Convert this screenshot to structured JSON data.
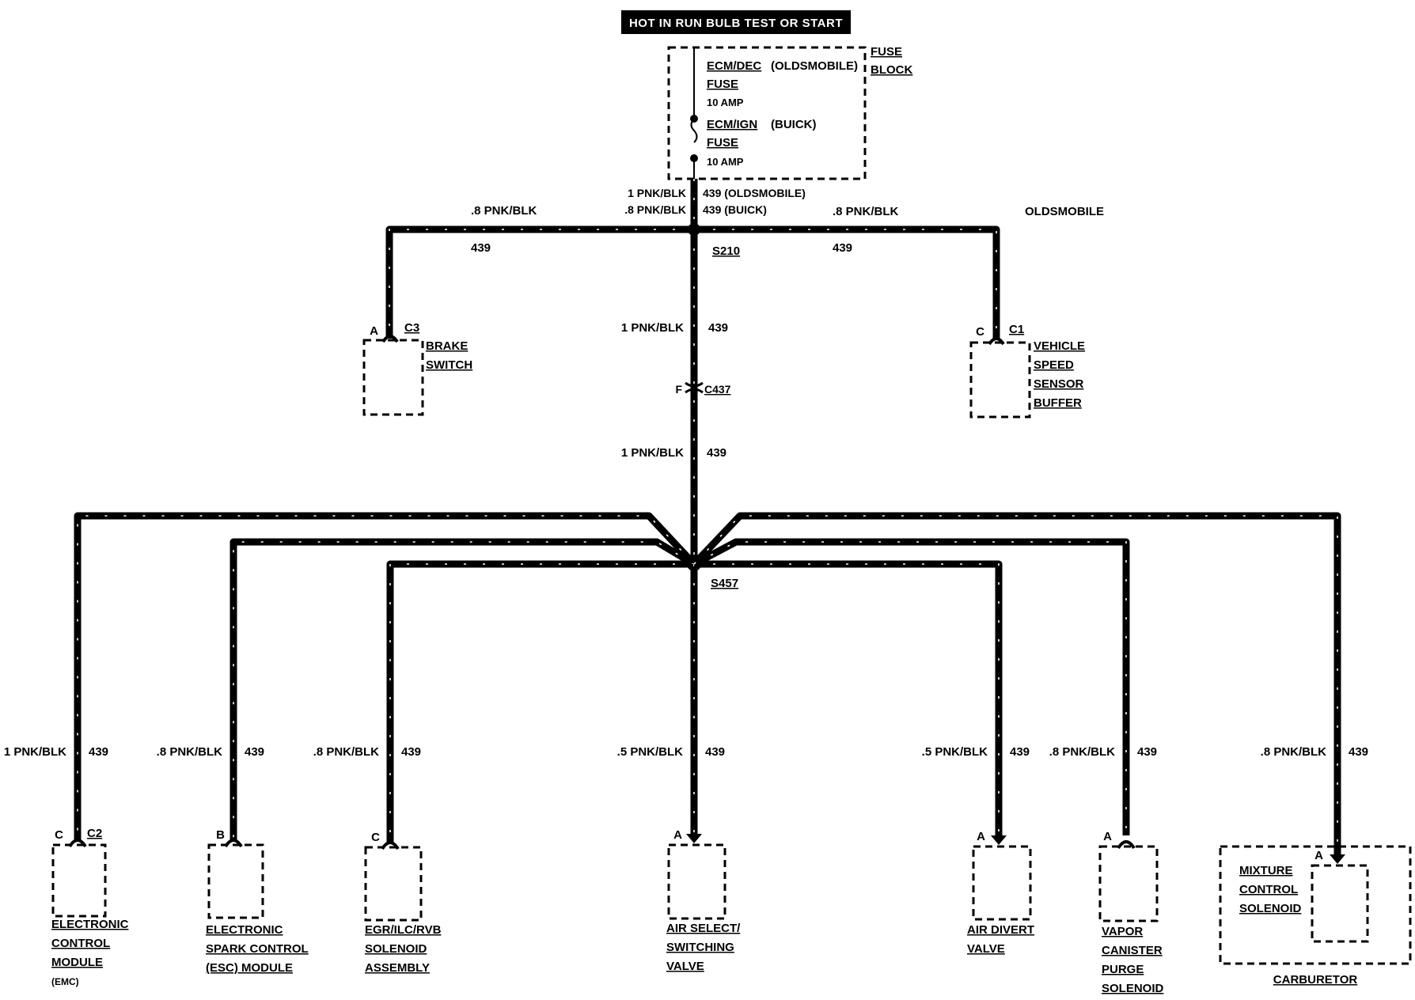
{
  "header": {
    "title": "HOT IN RUN BULB TEST OR START"
  },
  "fuse_block": {
    "label_line1": "FUSE",
    "label_line2": "BLOCK",
    "fuse1_name": "ECM/DEC",
    "fuse1_brand": "(OLDSMOBILE)",
    "fuse1_word": "FUSE",
    "fuse1_rating": "10 AMP",
    "fuse2_name": "ECM/IGN",
    "fuse2_brand": "(BUICK)",
    "fuse2_word": "FUSE",
    "fuse2_rating": "10 AMP"
  },
  "main_feed": {
    "wire_olds": "1 PNK/BLK",
    "circuit_olds": "439 (OLDSMOBILE)",
    "wire_buick": ".8 PNK/BLK",
    "circuit_buick": "439 (BUICK)"
  },
  "splice_s210": {
    "name": "S210",
    "left_wire": ".8 PNK/BLK",
    "left_circuit": "439",
    "right_wire": ".8 PNK/BLK",
    "right_circuit": "439",
    "right_note": "OLDSMOBILE",
    "down_wire": "1 PNK/BLK",
    "down_circuit": "439"
  },
  "connector_c437": {
    "pin": "F",
    "name": "C437",
    "below_wire": "1 PNK/BLK",
    "below_circuit": "439"
  },
  "brake_switch": {
    "pin": "A",
    "connector": "C3",
    "line1": "BRAKE",
    "line2": "SWITCH"
  },
  "vss_buffer": {
    "pin": "C",
    "connector": "C1",
    "line1": "VEHICLE",
    "line2": "SPEED",
    "line3": "SENSOR",
    "line4": "BUFFER"
  },
  "splice_s457": {
    "name": "S457"
  },
  "components": [
    {
      "wire": "1 PNK/BLK",
      "circuit": "439",
      "pin": "C",
      "connector": "C2",
      "name_lines": [
        "ELECTRONIC",
        "CONTROL",
        "MODULE",
        "(EMC)"
      ]
    },
    {
      "wire": ".8 PNK/BLK",
      "circuit": "439",
      "pin": "B",
      "connector": "",
      "name_lines": [
        "ELECTRONIC",
        "SPARK CONTROL",
        "(ESC) MODULE"
      ]
    },
    {
      "wire": ".8 PNK/BLK",
      "circuit": "439",
      "pin": "C",
      "connector": "",
      "name_lines": [
        "EGR/ILC/RVB",
        "SOLENOID",
        "ASSEMBLY"
      ]
    },
    {
      "wire": ".5 PNK/BLK",
      "circuit": "439",
      "pin": "A",
      "connector": "",
      "name_lines": [
        "AIR SELECT/",
        "SWITCHING",
        "VALVE"
      ]
    },
    {
      "wire": ".5 PNK/BLK",
      "circuit": "439",
      "pin": "A",
      "connector": "",
      "name_lines": [
        "AIR DIVERT",
        "VALVE"
      ]
    },
    {
      "wire": ".8 PNK/BLK",
      "circuit": "439",
      "pin": "A",
      "connector": "",
      "name_lines": [
        "VAPOR",
        "CANISTER",
        "PURGE",
        "SOLENOID"
      ]
    },
    {
      "wire": ".8 PNK/BLK",
      "circuit": "439",
      "pin": "A",
      "connector": "",
      "name_lines": [
        "MIXTURE",
        "CONTROL",
        "SOLENOID"
      ]
    }
  ],
  "carburetor": {
    "label": "CARBURETOR"
  }
}
